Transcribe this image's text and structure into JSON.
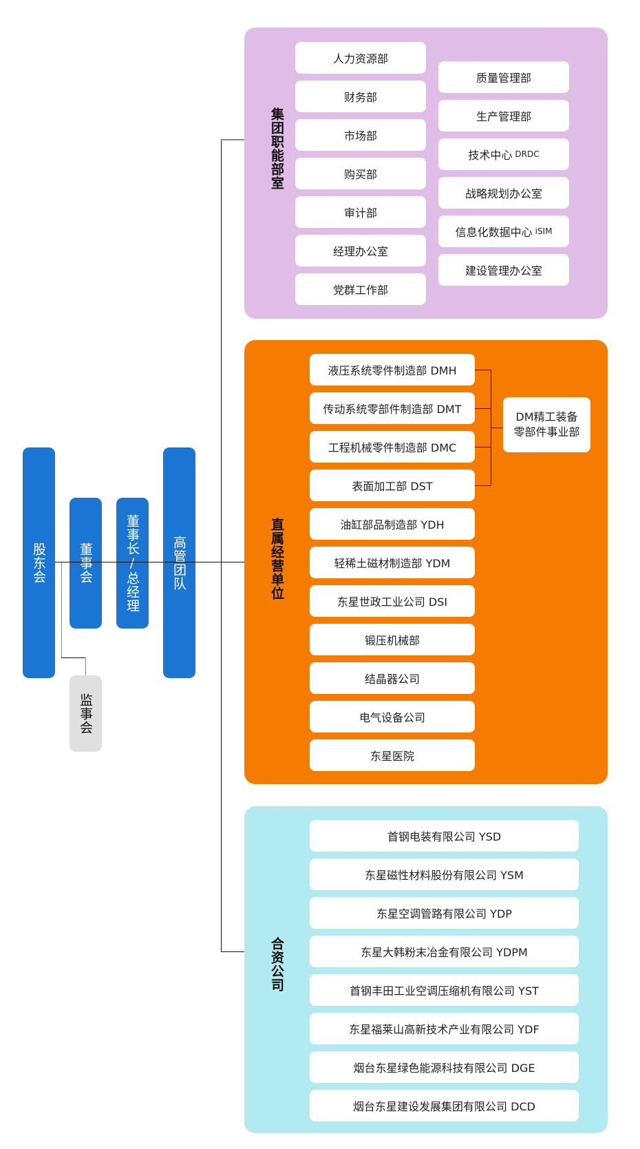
{
  "governance": {
    "shareholders": "股东会",
    "board": "董事会",
    "chairman_gm": "董事长/总经理",
    "executive_team": "高管团队",
    "supervisory_board": "监事会"
  },
  "functional_departments": {
    "title": "集团职能部室",
    "color": "#e0bde6",
    "left_column": [
      "人力资源部",
      "财务部",
      "市场部",
      "购买部",
      "审计部",
      "经理办公室",
      "党群工作部"
    ],
    "right_column": [
      {
        "name": "质量管理部",
        "code": ""
      },
      {
        "name": "生产管理部",
        "code": ""
      },
      {
        "name": "技术中心",
        "code": "DRDC"
      },
      {
        "name": "战略规划办公室",
        "code": ""
      },
      {
        "name": "信息化数据中心",
        "code": "iSIM"
      },
      {
        "name": "建设管理办公室",
        "code": ""
      }
    ]
  },
  "direct_units": {
    "title": "直属经营单位",
    "color": "#f57c00",
    "items": [
      "液压系统零件制造部 DMH",
      "传动系统零部件制造部 DMT",
      "工程机械零件制造部 DMC",
      "表面加工部 DST",
      "油缸部品制造部 YDH",
      "轻稀土磁材制造部 YDM",
      "东星世政工业公司 DSI",
      "锻压机械部",
      "结晶器公司",
      "电气设备公司",
      "东星医院"
    ],
    "division": {
      "line1": "DM精工装备",
      "line2": "零部件事业部",
      "members": [
        0,
        1,
        2,
        3
      ]
    }
  },
  "joint_ventures": {
    "title": "合资公司",
    "color": "#b1eaf1",
    "items": [
      "首钢电装有限公司 YSD",
      "东星磁性材料股份有限公司 YSM",
      "东星空调管路有限公司 YDP",
      "东星大韩粉末冶金有限公司 YDPM",
      "首钢丰田工业空调压缩机有限公司 YST",
      "东星福莱山高新技术产业有限公司 YDF",
      "烟台东星绿色能源科技有限公司 DGE",
      "烟台东星建设发展集团有限公司 DCD"
    ]
  }
}
